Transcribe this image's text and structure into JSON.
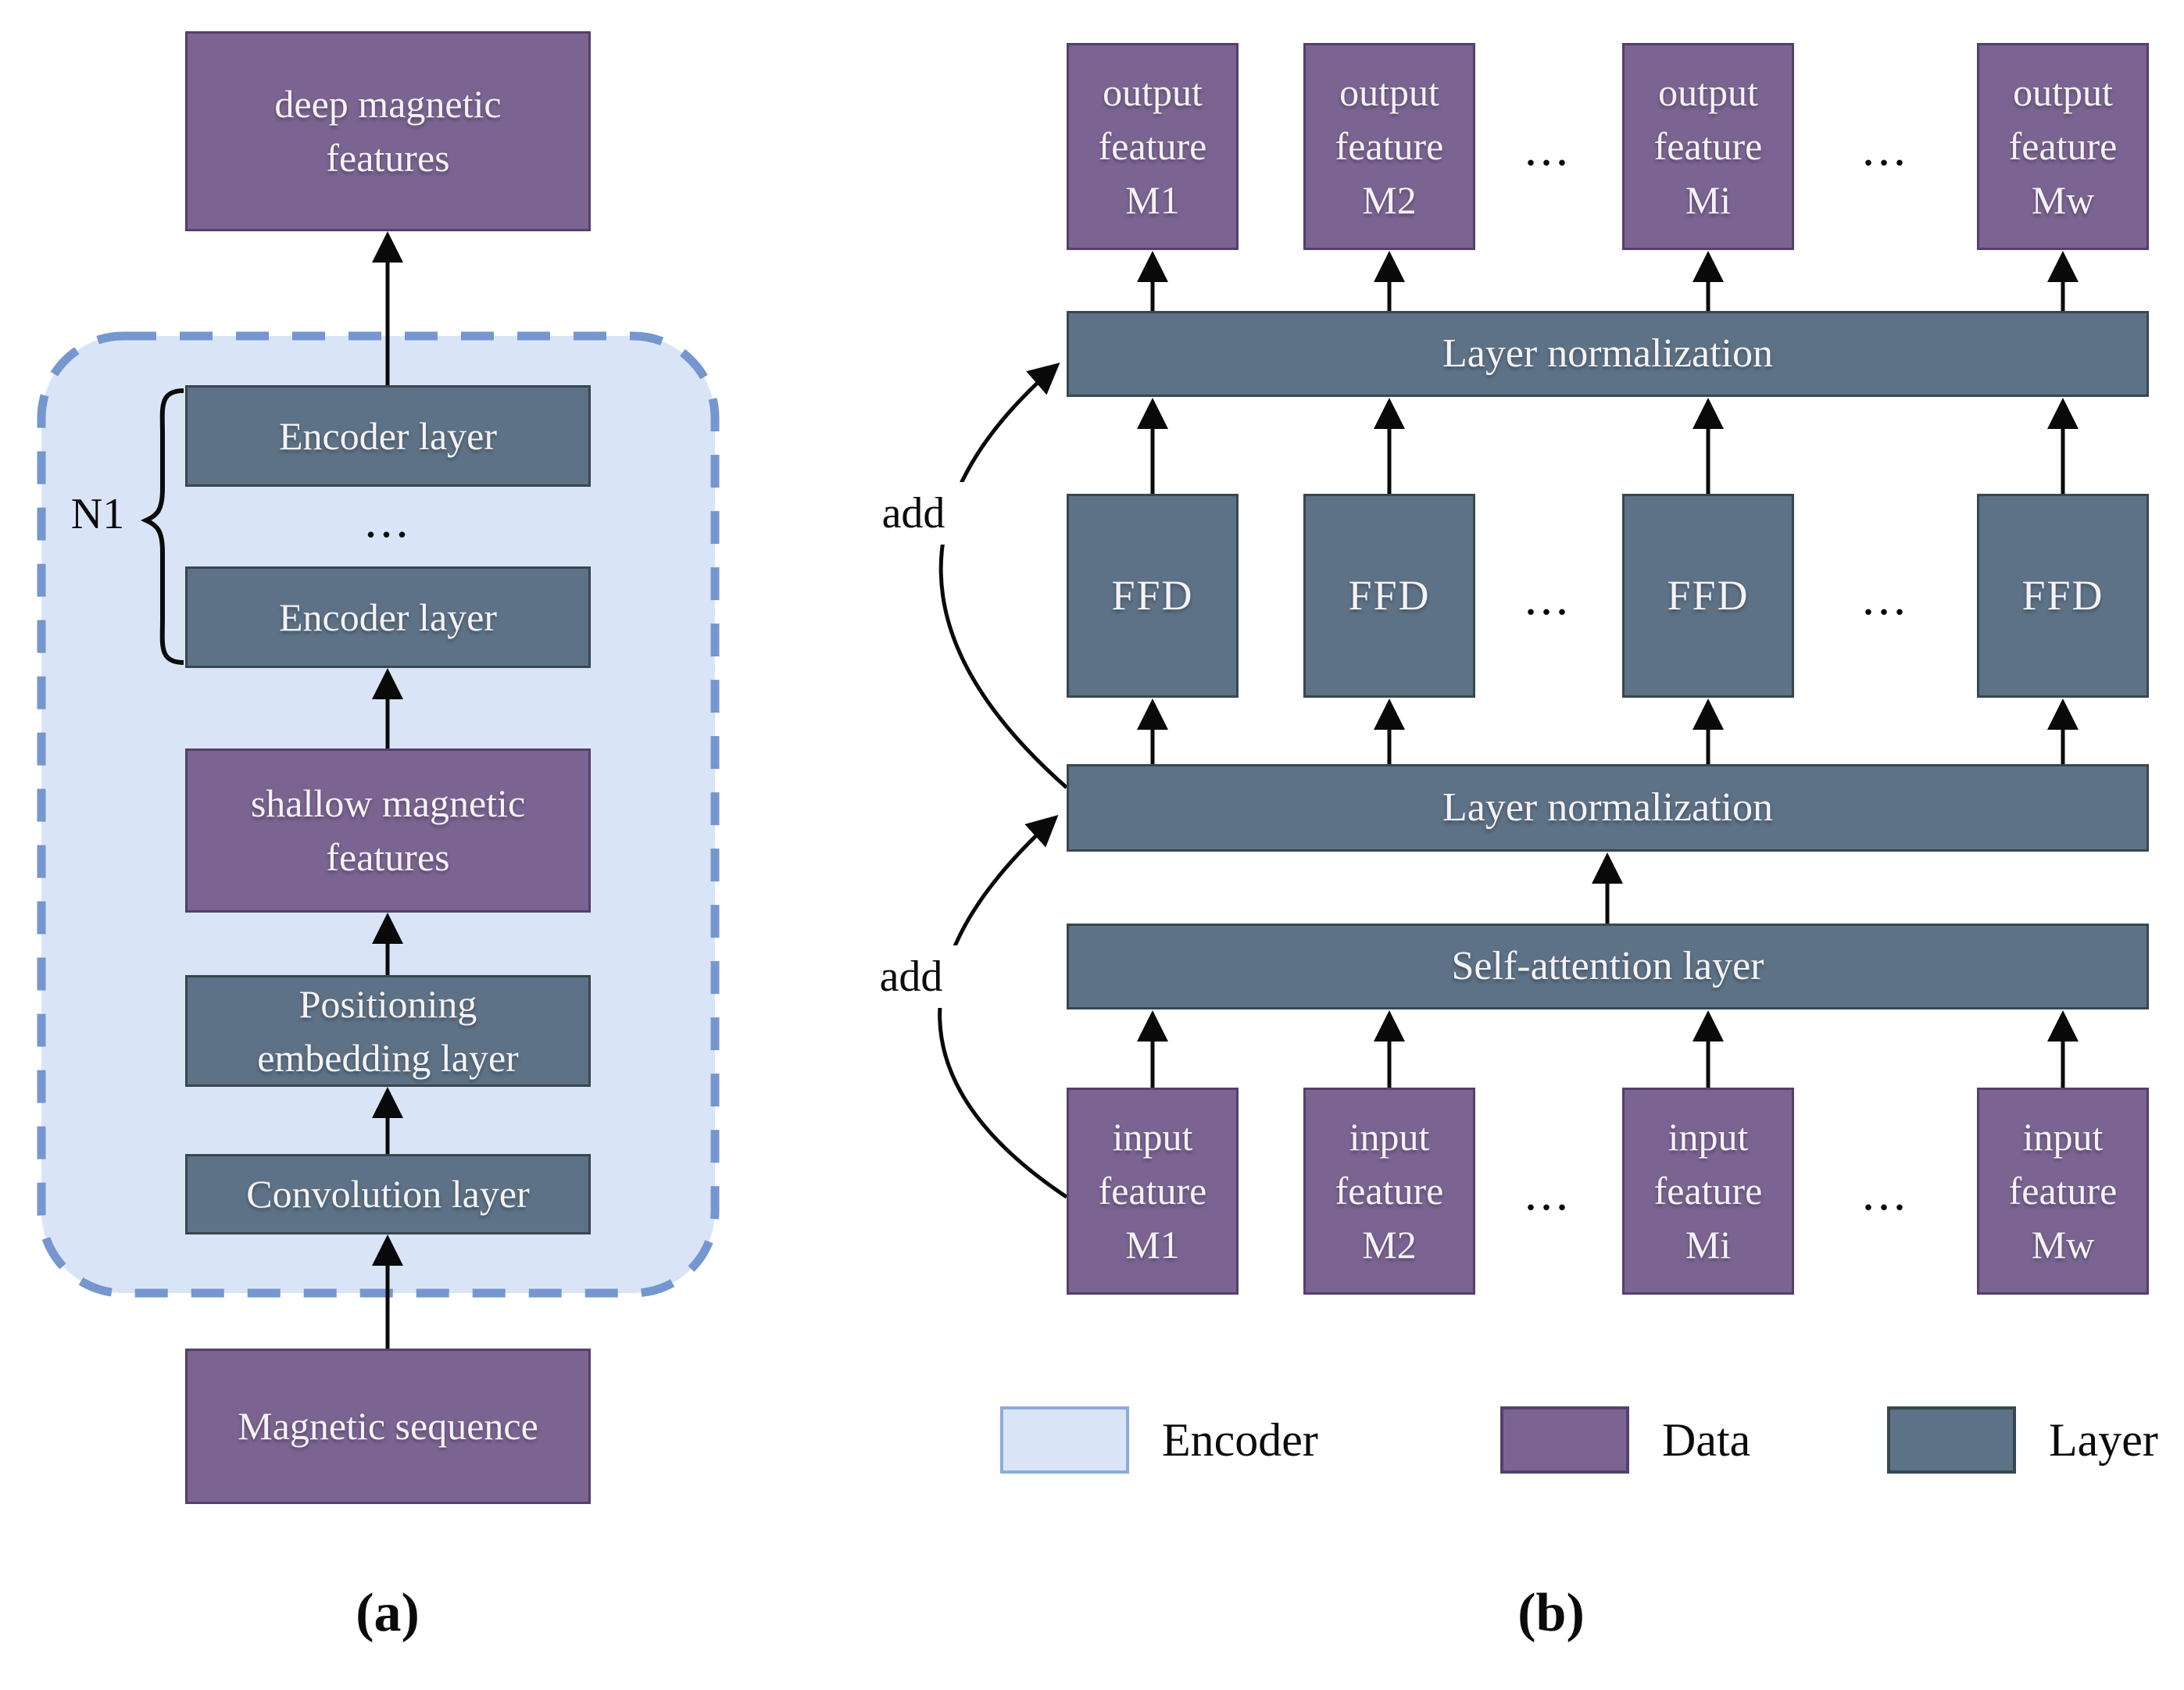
{
  "colors": {
    "data_fill": "#7b6491",
    "data_border": "#53406b",
    "layer_fill": "#5d7286",
    "layer_border": "#37474f",
    "encoder_fill": "#d9e5f7",
    "encoder_border": "#7596cf",
    "arrow": "#0a0a0a"
  },
  "panel_a": {
    "caption": "(a)",
    "repeat_label": "N1",
    "ellipsis": "...",
    "deep_features": "deep magnetic\nfeatures",
    "encoder_layer_1": "Encoder layer",
    "encoder_layer_2": "Encoder layer",
    "shallow_features": "shallow magnetic\nfeatures",
    "positioning_layer": "Positioning\nembedding layer",
    "convolution_layer": "Convolution layer",
    "magnetic_sequence": "Magnetic sequence"
  },
  "panel_b": {
    "caption": "(b)",
    "add_label_top": "add",
    "add_label_bottom": "add",
    "ellipsis_1": "...",
    "ellipsis_2": "...",
    "output_features": [
      "output\nfeature\nM1",
      "output\nfeature\nM2",
      "output\nfeature\nMi",
      "output\nfeature\nMw"
    ],
    "layer_norm_top": "Layer normalization",
    "ffd_boxes": [
      "FFD",
      "FFD",
      "FFD",
      "FFD"
    ],
    "layer_norm_mid": "Layer normalization",
    "self_attention": "Self-attention layer",
    "input_features": [
      "input\nfeature\nM1",
      "input\nfeature\nM2",
      "input\nfeature\nMi",
      "input\nfeature\nMw"
    ]
  },
  "legend": {
    "encoder_label": "Encoder",
    "data_label": "Data",
    "layer_label": "Layer"
  }
}
